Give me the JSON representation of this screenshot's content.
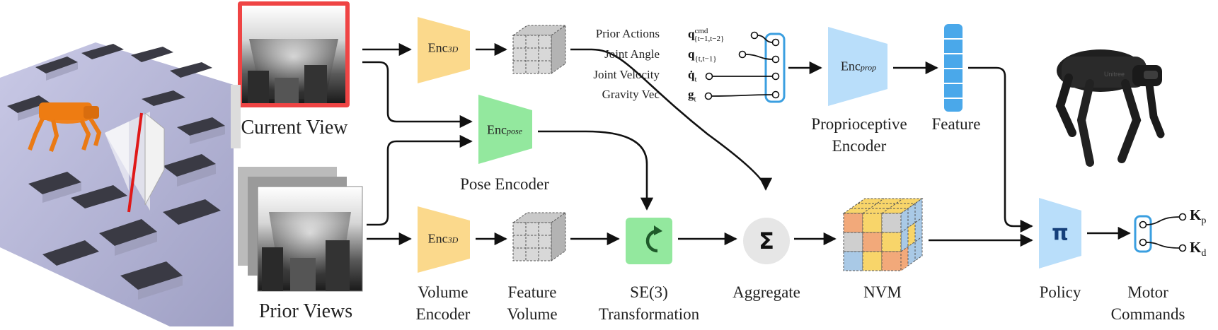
{
  "labels": {
    "current_view": "Current View",
    "prior_views": "Prior Views",
    "enc3d_top": "Enc",
    "enc3d_sub": "3D",
    "enc3d_bottom": "Enc",
    "enc3d_bottom_sub": "3D",
    "encpose": "Enc",
    "encpose_sub": "pose",
    "pose_encoder": "Pose Encoder",
    "volume_encoder": [
      "Volume",
      "Encoder"
    ],
    "feature_volume": [
      "Feature",
      "Volume"
    ],
    "se3": [
      "SE(3)",
      "Transformation"
    ],
    "aggregate": "Aggregate",
    "nvm": "NVM",
    "encprop": "Enc",
    "encprop_sub": "prop",
    "proprioceptive_encoder": [
      "Proprioceptive",
      "Encoder"
    ],
    "feature": "Feature",
    "policy": "Policy",
    "policy_symbol": "π",
    "motor_commands": [
      "Motor",
      "Commands"
    ],
    "sigma": "Σ",
    "kp": "K",
    "kp_sub": "p",
    "kd": "K",
    "kd_sub": "d"
  },
  "proprio_inputs": [
    {
      "name": "Prior Actions",
      "symbol": "q",
      "sub": "{t−1,t−2}",
      "sup": "cmd"
    },
    {
      "name": "Joint Angle",
      "symbol": "q",
      "sub": "{t,t−1}",
      "sup": ""
    },
    {
      "name": "Joint Velocity",
      "symbol": "q̇",
      "sub": "t",
      "sup": ""
    },
    {
      "name": "Gravity Vec",
      "symbol": "g",
      "sub": "t",
      "sup": ""
    }
  ],
  "colors": {
    "enc3d": "#fbd98c",
    "encpose": "#93e89e",
    "encprop": "#b9defa",
    "policy": "#b9defa",
    "feature_bar": "#4aa8ea",
    "se3_box": "#93e89e",
    "aggregate_circle": "#e6e6e6",
    "current_view_border": "#ef4444",
    "mux_border": "#3b9fe0",
    "nvm_orange": "#f2a97a",
    "nvm_yellow": "#f8d56a",
    "nvm_blue": "#a9c9e6",
    "nvm_gray": "#cfcfcf"
  }
}
